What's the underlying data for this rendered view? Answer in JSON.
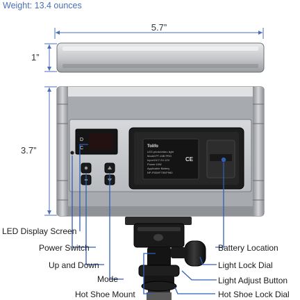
{
  "header": {
    "weight_label": "Weight: 13.4 ounces"
  },
  "dimensions": {
    "width": "5.7”",
    "depth": "1”",
    "height": "3.7”"
  },
  "screen": {
    "line_1": "D",
    "line_2": "C"
  },
  "battery_plate": {
    "brand": "Tolifo",
    "text_lines": [
      "LED photo/video light",
      "Model:PT-15B PRO",
      "Input:DC7.2V-12V",
      "Power:15W",
      "Applicable Battery",
      "NP-F550/F750/F960"
    ],
    "ce_mark": "CE"
  },
  "callouts": {
    "left": [
      "LED Display Screen",
      "Power Switch",
      "Up and Down",
      "Mode",
      "Hot Shoe Mount"
    ],
    "right": [
      "Battery Location",
      "Light Lock Dial",
      "Light Adjust Button",
      "Hot Shoe Lock Dial"
    ]
  },
  "colors": {
    "dimension_line": "#4a6fb5",
    "leader_line": "#2f5fb8",
    "housing": "#b9bcc0",
    "panel": "#c9ccd0",
    "battery_plate": "#1d1d1d",
    "mount": "#1a1a1a"
  }
}
